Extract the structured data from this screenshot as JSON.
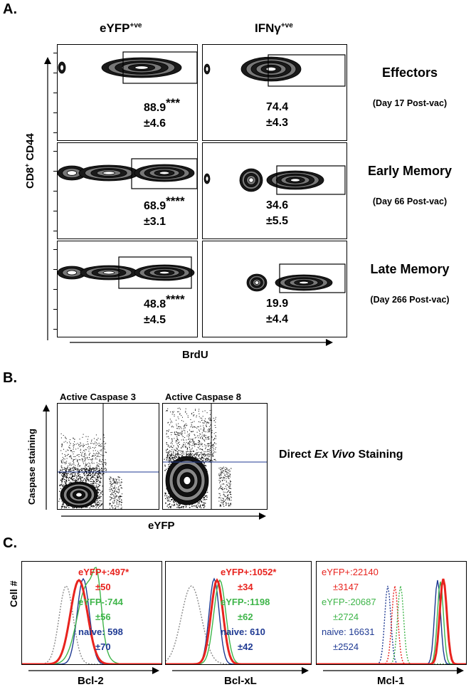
{
  "panelA": {
    "letter": "A.",
    "col_eyfp": "eYFP",
    "col_eyfp_sup": "+ve",
    "col_ifng": "IFNγ",
    "col_ifng_sup": "+ve",
    "y_axis": "CD8",
    "y_axis_sup": "+",
    "y_axis_rest": " CD44",
    "x_axis": "BrdU",
    "rows": [
      {
        "label": "Effectors",
        "sub": "(Day 17 Post-vac)",
        "eyfp_value": "88.9",
        "eyfp_sig": "***",
        "eyfp_sd": "±4.6",
        "ifng_value": "74.4",
        "ifng_sd": "±4.3"
      },
      {
        "label": "Early Memory",
        "sub": "(Day 66 Post-vac)",
        "eyfp_value": "68.9",
        "eyfp_sig": "****",
        "eyfp_sd": "±3.1",
        "ifng_value": "34.6",
        "ifng_sd": "±5.5"
      },
      {
        "label": "Late Memory",
        "sub": "(Day 266 Post-vac)",
        "eyfp_value": "48.8",
        "eyfp_sig": "****",
        "eyfp_sd": "±4.5",
        "ifng_value": "19.9",
        "ifng_sd": "±4.4"
      }
    ]
  },
  "panelB": {
    "letter": "B.",
    "title1": "Active Caspase 3",
    "title2": "Active Caspase 8",
    "y_axis": "Caspase staining",
    "x_axis": "eYFP",
    "side_label_pre": "Direct ",
    "side_label_italic": "Ex Vivo",
    "side_label_post": " Staining"
  },
  "panelC": {
    "letter": "C.",
    "y_axis": "Cell #",
    "colors": {
      "eyfp_pos": "#e8231e",
      "eyfp_neg": "#3fb54a",
      "naive": "#1f3a93",
      "control": "#8a8a8a"
    },
    "histograms": [
      {
        "x_axis": "Bcl-2",
        "lines": [
          {
            "key": "eyfp_pos",
            "text": "eYFP+:497*"
          },
          {
            "key": "eyfp_pos",
            "text": "±50"
          },
          {
            "key": "eyfp_neg",
            "text": "eYFP-:744"
          },
          {
            "key": "eyfp_neg",
            "text": "±56"
          },
          {
            "key": "naive",
            "text": "naive: 598"
          },
          {
            "key": "naive",
            "text": "±70"
          }
        ]
      },
      {
        "x_axis": "Bcl-xL",
        "lines": [
          {
            "key": "eyfp_pos",
            "text": "eYFP+:1052*"
          },
          {
            "key": "eyfp_pos",
            "text": "±34"
          },
          {
            "key": "eyfp_neg",
            "text": "eYFP-:1198"
          },
          {
            "key": "eyfp_neg",
            "text": "±62"
          },
          {
            "key": "naive",
            "text": "naive: 610"
          },
          {
            "key": "naive",
            "text": "±42"
          }
        ]
      },
      {
        "x_axis": "Mcl-1",
        "lines": [
          {
            "key": "eyfp_pos",
            "text": "eYFP+:22140"
          },
          {
            "key": "eyfp_pos",
            "text": "±3147"
          },
          {
            "key": "eyfp_neg",
            "text": "eYFP-:20687"
          },
          {
            "key": "eyfp_neg",
            "text": "±2724"
          },
          {
            "key": "naive",
            "text": "naive: 16631"
          },
          {
            "key": "naive",
            "text": "±2524"
          }
        ]
      }
    ]
  }
}
